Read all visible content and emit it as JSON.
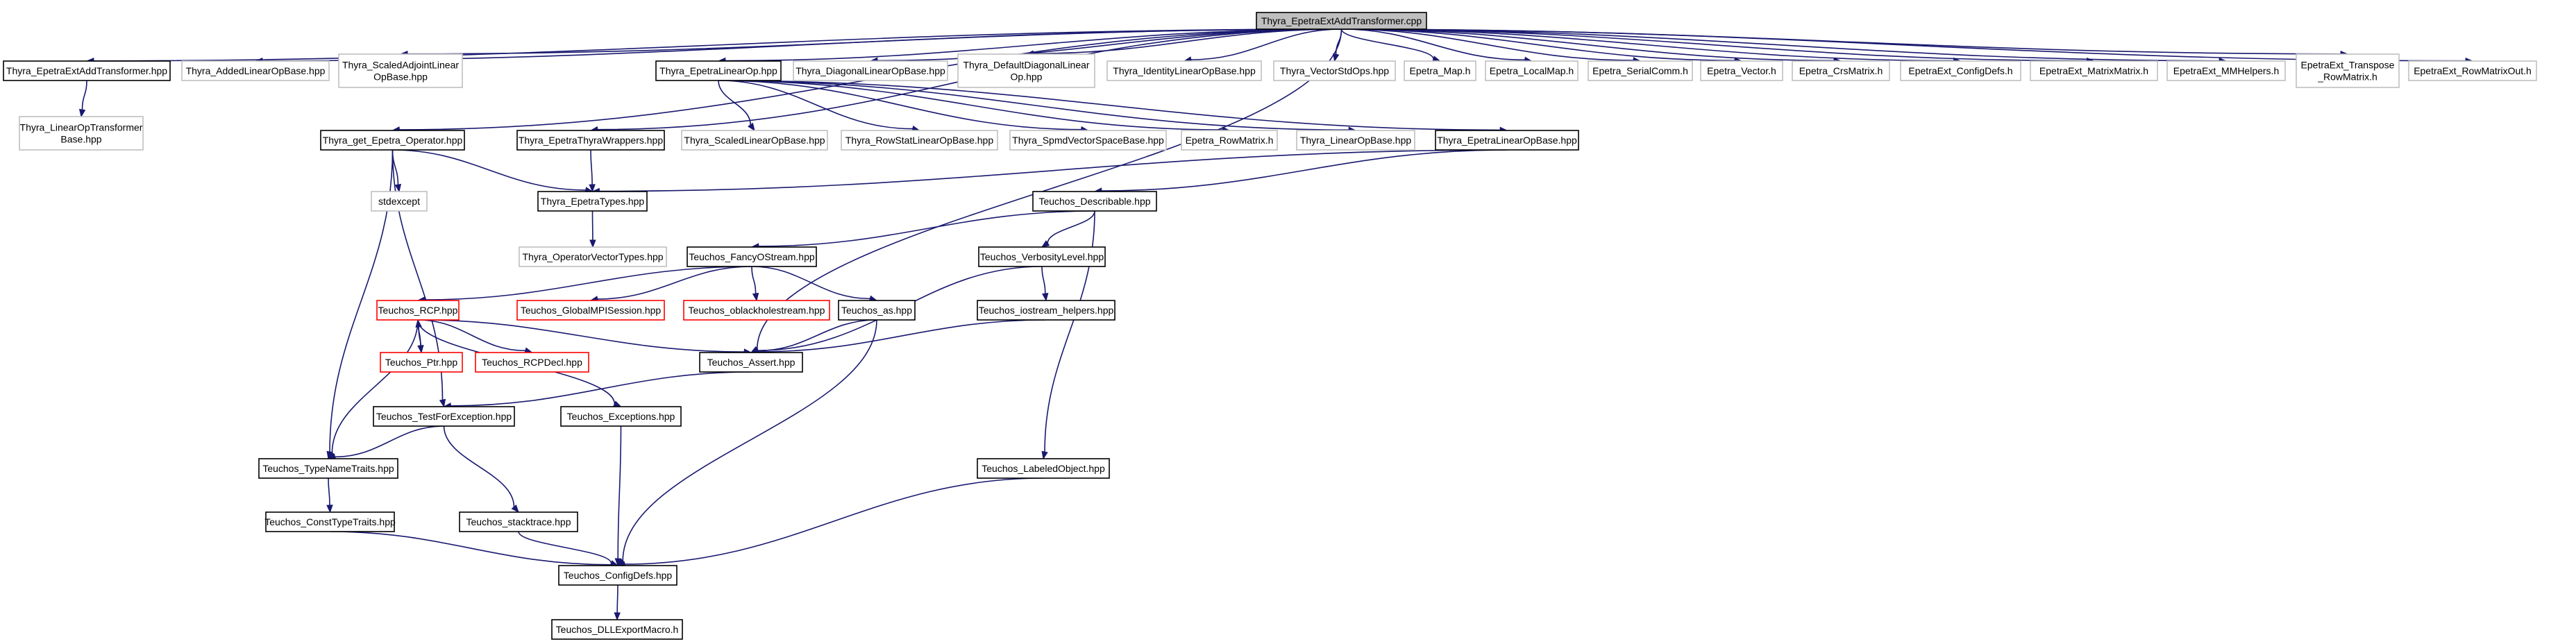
{
  "graph_title": "Thyra_EpetraExtAddTransformer.cpp",
  "colors": {
    "root_fill": "#bfbfbf",
    "doc_border": "#000000",
    "external_border": "#bfbfbf",
    "truncated_border": "#ff0000",
    "edge": "#191970",
    "background": "#ffffff"
  },
  "nodes": [
    {
      "id": "root",
      "lines": [
        "Thyra_EpetraExtAddTransformer.cpp"
      ],
      "style": "root"
    },
    {
      "id": "addtrans_hpp",
      "lines": [
        "Thyra_EpetraExtAddTransformer.hpp"
      ],
      "style": "doc"
    },
    {
      "id": "addedlinop",
      "lines": [
        "Thyra_AddedLinearOpBase.hpp"
      ],
      "style": "external"
    },
    {
      "id": "scaledadj",
      "lines": [
        "Thyra_ScaledAdjointLinear",
        "OpBase.hpp"
      ],
      "style": "external"
    },
    {
      "id": "epetralinop",
      "lines": [
        "Thyra_EpetraLinearOp.hpp"
      ],
      "style": "doc"
    },
    {
      "id": "diaglinop",
      "lines": [
        "Thyra_DiagonalLinearOpBase.hpp"
      ],
      "style": "external"
    },
    {
      "id": "defdiag",
      "lines": [
        "Thyra_DefaultDiagonalLinear",
        "Op.hpp"
      ],
      "style": "external"
    },
    {
      "id": "identity",
      "lines": [
        "Thyra_IdentityLinearOpBase.hpp"
      ],
      "style": "external"
    },
    {
      "id": "vecstdops",
      "lines": [
        "Thyra_VectorStdOps.hpp"
      ],
      "style": "external"
    },
    {
      "id": "epetramap",
      "lines": [
        "Epetra_Map.h"
      ],
      "style": "external"
    },
    {
      "id": "localmap",
      "lines": [
        "Epetra_LocalMap.h"
      ],
      "style": "external"
    },
    {
      "id": "serialcomm",
      "lines": [
        "Epetra_SerialComm.h"
      ],
      "style": "external"
    },
    {
      "id": "epetravector",
      "lines": [
        "Epetra_Vector.h"
      ],
      "style": "external"
    },
    {
      "id": "crsmatrix",
      "lines": [
        "Epetra_CrsMatrix.h"
      ],
      "style": "external"
    },
    {
      "id": "configdefs_h",
      "lines": [
        "EpetraExt_ConfigDefs.h"
      ],
      "style": "external"
    },
    {
      "id": "matrixmatrix",
      "lines": [
        "EpetraExt_MatrixMatrix.h"
      ],
      "style": "external"
    },
    {
      "id": "mmhelpers",
      "lines": [
        "EpetraExt_MMHelpers.h"
      ],
      "style": "external"
    },
    {
      "id": "transpose",
      "lines": [
        "EpetraExt_Transpose",
        "_RowMatrix.h"
      ],
      "style": "external"
    },
    {
      "id": "rowmatrixout",
      "lines": [
        "EpetraExt_RowMatrixOut.h"
      ],
      "style": "external"
    },
    {
      "id": "linoptransformer",
      "lines": [
        "Thyra_LinearOpTransformer",
        "Base.hpp"
      ],
      "style": "external"
    },
    {
      "id": "geteop",
      "lines": [
        "Thyra_get_Epetra_Operator.hpp"
      ],
      "style": "doc"
    },
    {
      "id": "thyrawrappers",
      "lines": [
        "Thyra_EpetraThyraWrappers.hpp"
      ],
      "style": "doc"
    },
    {
      "id": "scaledlinop",
      "lines": [
        "Thyra_ScaledLinearOpBase.hpp"
      ],
      "style": "external"
    },
    {
      "id": "rowstat",
      "lines": [
        "Thyra_RowStatLinearOpBase.hpp"
      ],
      "style": "external"
    },
    {
      "id": "spmd",
      "lines": [
        "Thyra_SpmdVectorSpaceBase.hpp"
      ],
      "style": "external"
    },
    {
      "id": "rowmatrix",
      "lines": [
        "Epetra_RowMatrix.h"
      ],
      "style": "external"
    },
    {
      "id": "linopbase",
      "lines": [
        "Thyra_LinearOpBase.hpp"
      ],
      "style": "external"
    },
    {
      "id": "epetralinopbase",
      "lines": [
        "Thyra_EpetraLinearOpBase.hpp"
      ],
      "style": "doc"
    },
    {
      "id": "stdexcept",
      "lines": [
        "stdexcept"
      ],
      "style": "external"
    },
    {
      "id": "epetratypes",
      "lines": [
        "Thyra_EpetraTypes.hpp"
      ],
      "style": "doc"
    },
    {
      "id": "describable",
      "lines": [
        "Teuchos_Describable.hpp"
      ],
      "style": "doc"
    },
    {
      "id": "opvectypes",
      "lines": [
        "Thyra_OperatorVectorTypes.hpp"
      ],
      "style": "external"
    },
    {
      "id": "fancyostream",
      "lines": [
        "Teuchos_FancyOStream.hpp"
      ],
      "style": "doc"
    },
    {
      "id": "verbosity",
      "lines": [
        "Teuchos_VerbosityLevel.hpp"
      ],
      "style": "doc"
    },
    {
      "id": "rcp",
      "lines": [
        "Teuchos_RCP.hpp"
      ],
      "style": "truncated"
    },
    {
      "id": "globalmpi",
      "lines": [
        "Teuchos_GlobalMPISession.hpp"
      ],
      "style": "truncated"
    },
    {
      "id": "oblackhole",
      "lines": [
        "Teuchos_oblackholestream.hpp"
      ],
      "style": "truncated"
    },
    {
      "id": "as",
      "lines": [
        "Teuchos_as.hpp"
      ],
      "style": "doc"
    },
    {
      "id": "iostream",
      "lines": [
        "Teuchos_iostream_helpers.hpp"
      ],
      "style": "doc"
    },
    {
      "id": "ptr",
      "lines": [
        "Teuchos_Ptr.hpp"
      ],
      "style": "truncated"
    },
    {
      "id": "rcpdecl",
      "lines": [
        "Teuchos_RCPDecl.hpp"
      ],
      "style": "truncated"
    },
    {
      "id": "assert",
      "lines": [
        "Teuchos_Assert.hpp"
      ],
      "style": "doc"
    },
    {
      "id": "testforexc",
      "lines": [
        "Teuchos_TestForException.hpp"
      ],
      "style": "doc"
    },
    {
      "id": "exceptions",
      "lines": [
        "Teuchos_Exceptions.hpp"
      ],
      "style": "doc"
    },
    {
      "id": "typenametraits",
      "lines": [
        "Teuchos_TypeNameTraits.hpp"
      ],
      "style": "doc"
    },
    {
      "id": "labeledobject",
      "lines": [
        "Teuchos_LabeledObject.hpp"
      ],
      "style": "doc"
    },
    {
      "id": "consttypetraits",
      "lines": [
        "Teuchos_ConstTypeTraits.hpp"
      ],
      "style": "doc"
    },
    {
      "id": "stacktrace",
      "lines": [
        "Teuchos_stacktrace.hpp"
      ],
      "style": "doc"
    },
    {
      "id": "configdefs_hpp",
      "lines": [
        "Teuchos_ConfigDefs.hpp"
      ],
      "style": "doc"
    },
    {
      "id": "dllexport",
      "lines": [
        "Teuchos_DLLExportMacro.h"
      ],
      "style": "doc"
    }
  ],
  "edges": [
    [
      "root",
      "addtrans_hpp"
    ],
    [
      "root",
      "addedlinop"
    ],
    [
      "root",
      "scaledadj"
    ],
    [
      "root",
      "epetralinop"
    ],
    [
      "root",
      "diaglinop"
    ],
    [
      "root",
      "defdiag"
    ],
    [
      "root",
      "identity"
    ],
    [
      "root",
      "vecstdops"
    ],
    [
      "root",
      "epetramap"
    ],
    [
      "root",
      "localmap"
    ],
    [
      "root",
      "serialcomm"
    ],
    [
      "root",
      "epetravector"
    ],
    [
      "root",
      "crsmatrix"
    ],
    [
      "root",
      "configdefs_h"
    ],
    [
      "root",
      "matrixmatrix"
    ],
    [
      "root",
      "mmhelpers"
    ],
    [
      "root",
      "transpose"
    ],
    [
      "root",
      "rowmatrixout"
    ],
    [
      "root",
      "geteop"
    ],
    [
      "root",
      "thyrawrappers"
    ],
    [
      "root",
      "assert"
    ],
    [
      "addtrans_hpp",
      "linoptransformer"
    ],
    [
      "epetralinop",
      "scaledlinop"
    ],
    [
      "epetralinop",
      "rowstat"
    ],
    [
      "epetralinop",
      "spmd"
    ],
    [
      "epetralinop",
      "rowmatrix"
    ],
    [
      "epetralinop",
      "linopbase"
    ],
    [
      "epetralinop",
      "epetralinopbase"
    ],
    [
      "geteop",
      "stdexcept"
    ],
    [
      "geteop",
      "epetratypes"
    ],
    [
      "geteop",
      "testforexc"
    ],
    [
      "geteop",
      "typenametraits"
    ],
    [
      "thyrawrappers",
      "epetratypes"
    ],
    [
      "epetralinopbase",
      "epetratypes"
    ],
    [
      "epetralinopbase",
      "describable"
    ],
    [
      "epetratypes",
      "opvectypes"
    ],
    [
      "describable",
      "fancyostream"
    ],
    [
      "describable",
      "verbosity"
    ],
    [
      "describable",
      "labeledobject"
    ],
    [
      "fancyostream",
      "rcp"
    ],
    [
      "fancyostream",
      "globalmpi"
    ],
    [
      "fancyostream",
      "oblackhole"
    ],
    [
      "fancyostream",
      "as"
    ],
    [
      "verbosity",
      "iostream"
    ],
    [
      "verbosity",
      "assert"
    ],
    [
      "rcp",
      "ptr"
    ],
    [
      "rcp",
      "rcpdecl"
    ],
    [
      "rcp",
      "assert"
    ],
    [
      "rcp",
      "exceptions"
    ],
    [
      "rcp",
      "typenametraits"
    ],
    [
      "ptr",
      "rcp"
    ],
    [
      "as",
      "assert"
    ],
    [
      "as",
      "configdefs_hpp"
    ],
    [
      "iostream",
      "assert"
    ],
    [
      "assert",
      "testforexc"
    ],
    [
      "testforexc",
      "typenametraits"
    ],
    [
      "testforexc",
      "stacktrace"
    ],
    [
      "exceptions",
      "configdefs_hpp"
    ],
    [
      "typenametraits",
      "consttypetraits"
    ],
    [
      "labeledobject",
      "configdefs_hpp"
    ],
    [
      "consttypetraits",
      "configdefs_hpp"
    ],
    [
      "stacktrace",
      "configdefs_hpp"
    ],
    [
      "configdefs_hpp",
      "dllexport"
    ]
  ]
}
